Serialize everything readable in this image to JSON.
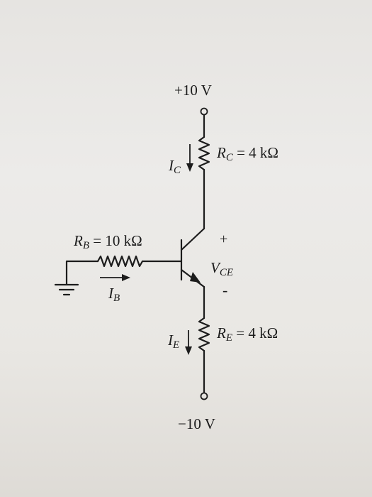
{
  "supply": {
    "positive": "+10 V",
    "negative": "−10 V"
  },
  "collector_resistor": {
    "symbol": "R",
    "sub": "C",
    "value": " = 4 kΩ"
  },
  "emitter_resistor": {
    "symbol": "R",
    "sub": "E",
    "value": " = 4 kΩ"
  },
  "base_resistor": {
    "symbol": "R",
    "sub": "B",
    "value": " = 10 kΩ"
  },
  "currents": {
    "collector": {
      "symbol": "I",
      "sub": "C"
    },
    "emitter": {
      "symbol": "I",
      "sub": "E"
    },
    "base": {
      "symbol": "I",
      "sub": "B"
    }
  },
  "vce": {
    "symbol": "V",
    "sub": "CE",
    "plus": "+",
    "minus": "-"
  }
}
